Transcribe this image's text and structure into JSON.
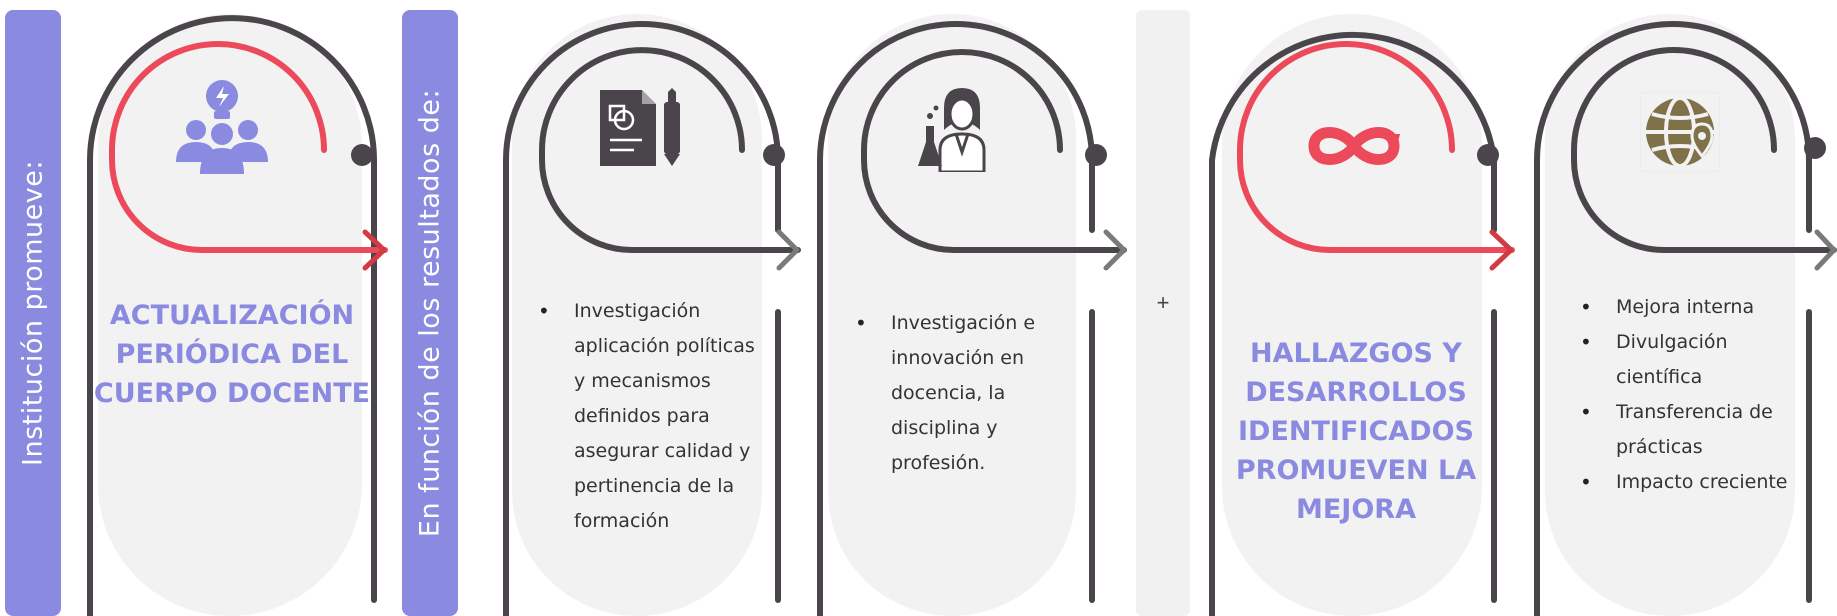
{
  "left_bars": {
    "institution": "Institución promueve:",
    "results": "En función de los resultados de:"
  },
  "plus_symbol": "+",
  "steps": [
    {
      "icon": "team-idea-icon",
      "title": "ACTUALIZACIÓN PERIÓDICA DEL CUERPO DOCENTE"
    },
    {
      "icon": "document-pen-icon",
      "bullet": "Investigación aplicación políticas y mecanismos definidos para asegurar calidad y pertinencia de la formación"
    },
    {
      "icon": "scientist-icon",
      "bullet": "Investigación e innovación en docencia, la disciplina y profesión."
    },
    {
      "icon": "infinity-loop-icon",
      "title": "HALLAZGOS Y DESARROLLOS IDENTIFICADOS PROMUEVEN LA MEJORA"
    },
    {
      "icon": "globe-location-icon",
      "bullets": [
        "Mejora interna",
        "Divulgación científica",
        "Transferencia de prácticas",
        "Impacto creciente"
      ]
    }
  ],
  "colors": {
    "accent_purple": "#8a8ae0",
    "accent_red": "#ec4a5b",
    "dark_line": "#4a454a",
    "arrow_gray": "#7a7a7a",
    "icon_gold": "#7f7148"
  }
}
